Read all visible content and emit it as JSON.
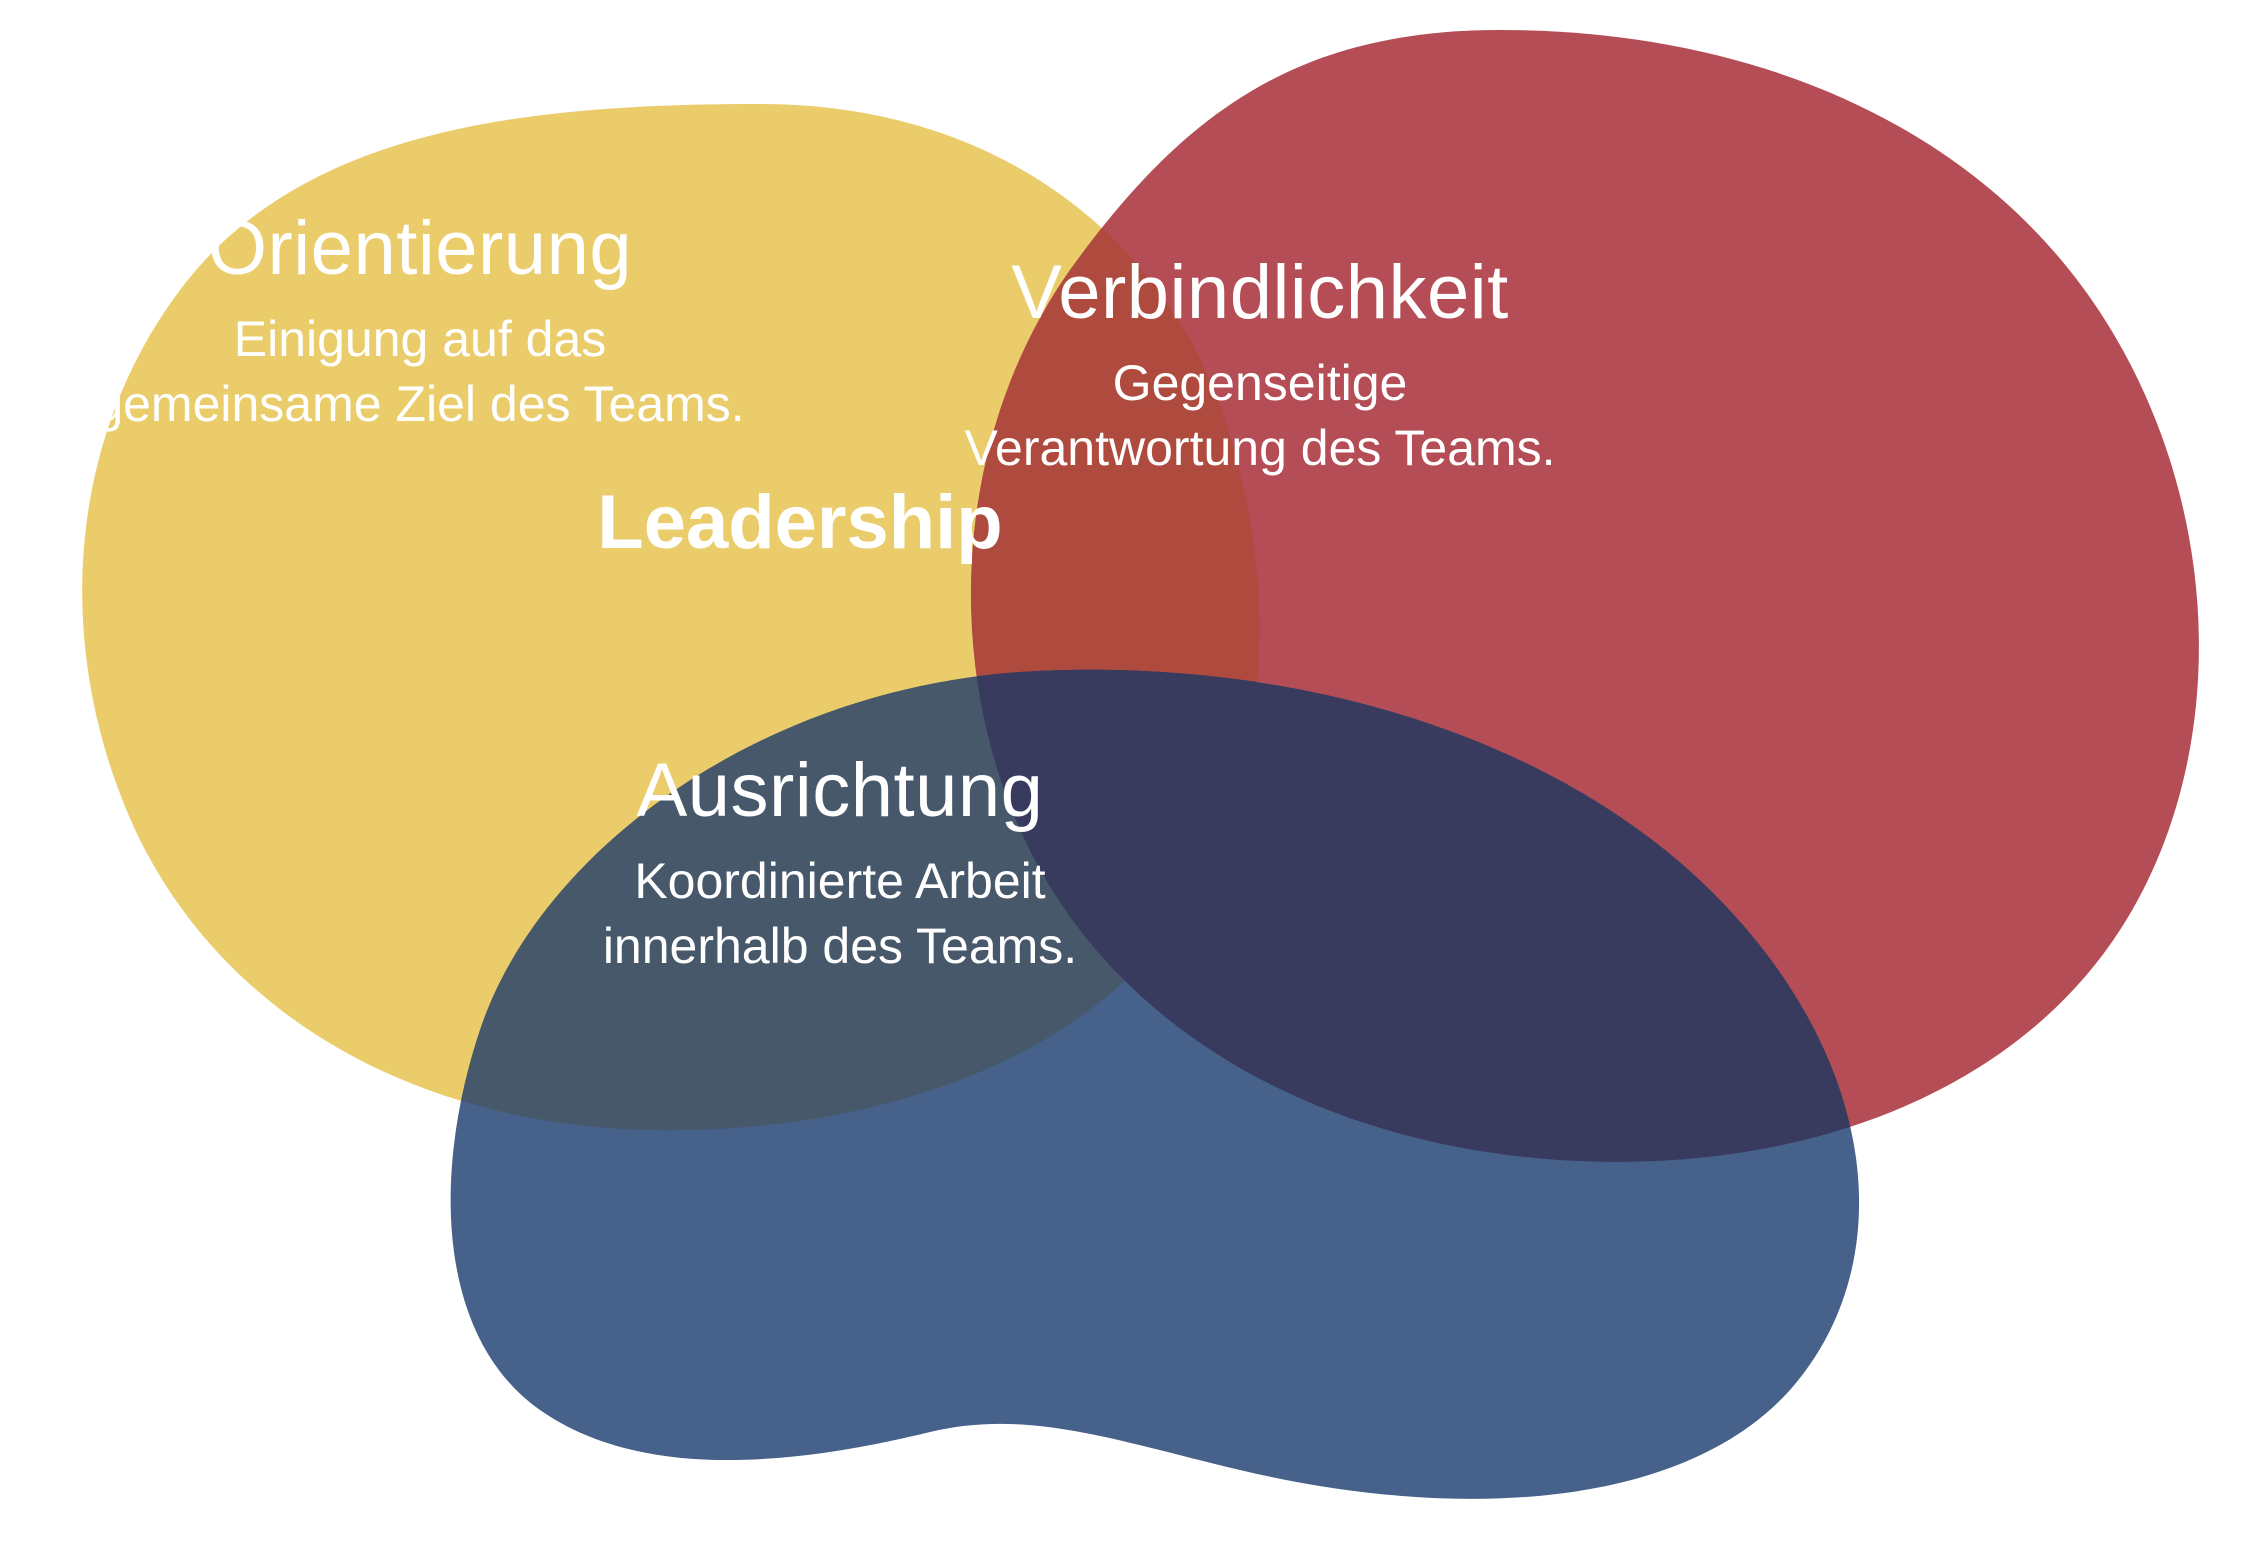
{
  "diagram": {
    "title": "Leadership",
    "background_color": "#ffffff",
    "text_color": "#ffffff",
    "blobs": [
      {
        "id": "orientierung",
        "title": "Orientierung",
        "subtitle": "Einigung auf das\ngemeinsame Ziel des Teams.",
        "color": "#EBCC6B"
      },
      {
        "id": "verbindlichkeit",
        "title": "Verbindlichkeit",
        "subtitle": "Gegenseitige\nVerantwortung des Teams.",
        "color": "#B44D55"
      },
      {
        "id": "ausrichtung",
        "title": "Ausrichtung",
        "subtitle": "Koordinierte Arbeit\ninnerhalb des Teams.",
        "color": "#46618A"
      }
    ],
    "center": {
      "id": "leadership",
      "title": "Leadership",
      "color": "#383A5E"
    },
    "overlap_colors": {
      "yellow_red": "#AF4A3F",
      "yellow_blue": "#47586B",
      "blue_red": "#383A5E",
      "all_three": "#383A5E"
    }
  }
}
